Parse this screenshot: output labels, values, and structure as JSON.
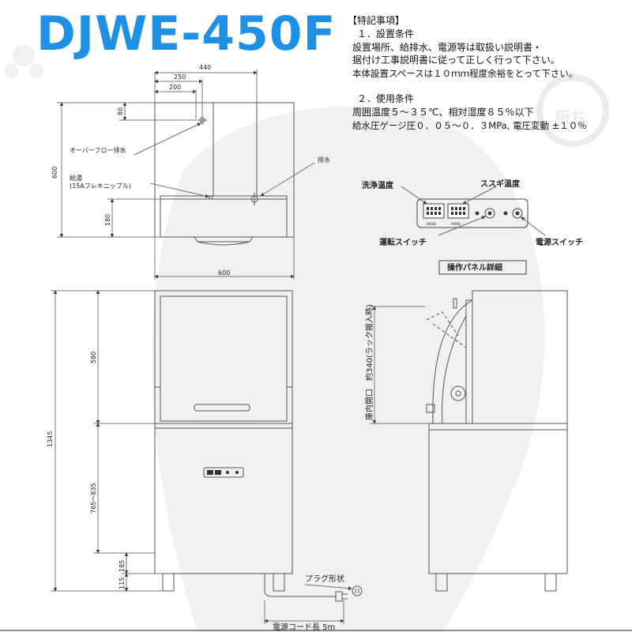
{
  "title": "DJWE-450F",
  "notes": {
    "heading": "【特記事項】",
    "s1_title": "１．設置条件",
    "s1_line1": "設置場所、給排水、電源等は取扱い説明書・",
    "s1_line2": "据付け工事説明書に従って正しく行って下さい。",
    "s1_line3": "本体設置スペースは１０ｍｍ程度余裕をとって下さい。",
    "s2_title": "２．使用条件",
    "s2_line1": "周囲温度５～３５℃、相対湿度８５％以下",
    "s2_line2": "給水圧ゲージ圧０．０５～０．３MPa, 電圧変動 ±１０％"
  },
  "top_view": {
    "dim_440": "440",
    "dim_250": "250",
    "dim_200": "200",
    "dim_80": "80",
    "dim_600_v": "600",
    "dim_180": "180",
    "dim_600_h": "600",
    "overflow_label": "オーバーフロー排水",
    "drain_label": "排水",
    "supply_label": "給湯",
    "supply_sub": "(15Aフレキニップル)"
  },
  "panel": {
    "wash_temp": "洗浄温度",
    "rinse_temp": "ススギ温度",
    "run_switch": "運転スイッチ",
    "power_switch": "電源スイッチ",
    "caption": "操作パネル詳細",
    "wash_small": "WASH",
    "rinse_small": "RINSE"
  },
  "front_view": {
    "dim_1345": "1345",
    "dim_580": "580",
    "dim_765_835": "765～835",
    "dim_185": "185",
    "dim_115": "115",
    "plug_label": "プラグ形状",
    "cord_label": "電源コード長 5m"
  },
  "side_view": {
    "opening_label": "庫内開口　約340(ラック搬入時)"
  },
  "watermark": {
    "text": "厨ち"
  }
}
